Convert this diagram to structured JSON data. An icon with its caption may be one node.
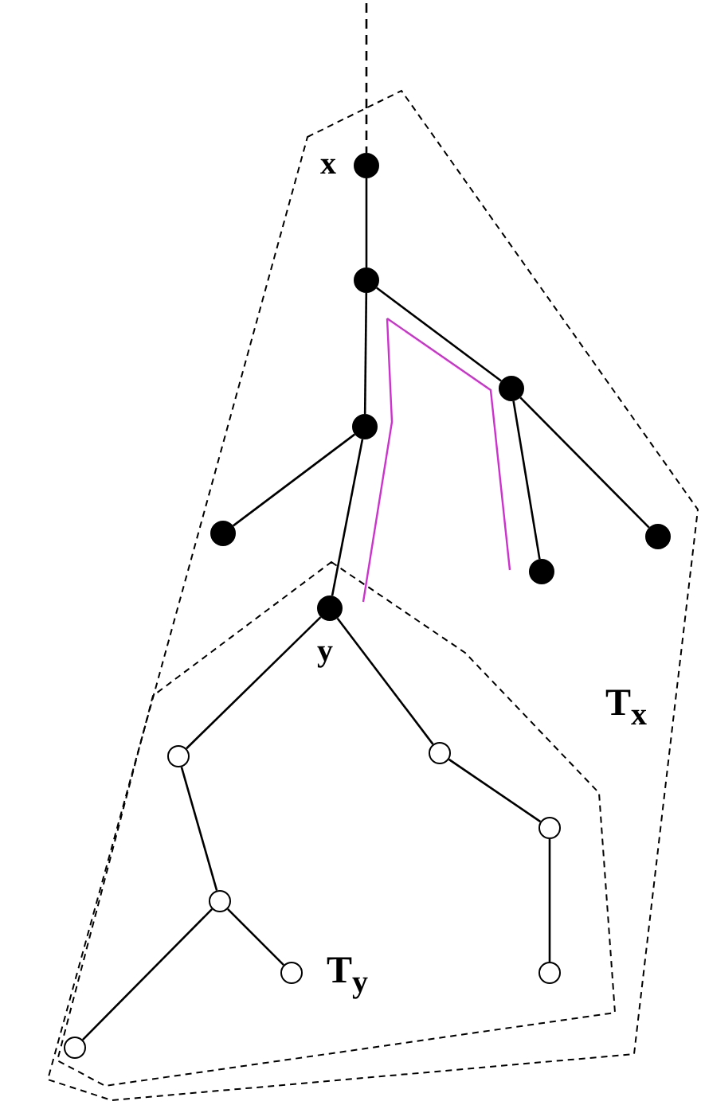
{
  "diagram": {
    "nodes": [
      {
        "text": [
          "T$_{x}$"
        ]
      },
      {
        "text": [
          "T$_{y}$"
        ],
        "in": 0
      },
      {
        "text": [],
        "shape": "dot",
        "in": 0,
        "beside": [
          "x"
        ]
      },
      {
        "text": [],
        "shape": "dot",
        "in": 0
      },
      {
        "text": [],
        "shape": "dot",
        "in": 0
      },
      {
        "text": [],
        "shape": "dot",
        "in": 0
      },
      {
        "text": [],
        "shape": "dot",
        "in": 0
      },
      {
        "text": [],
        "shape": "dot",
        "in": 0
      },
      {
        "text": [],
        "shape": "dot",
        "in": 0
      },
      {
        "text": [],
        "shape": "dot",
        "in": 1,
        "beside": [
          "y"
        ]
      },
      {
        "text": [],
        "shape": "circle",
        "in": 1
      },
      {
        "text": [],
        "shape": "circle",
        "in": 1
      },
      {
        "text": [],
        "shape": "circle",
        "in": 1
      },
      {
        "text": [],
        "shape": "circle",
        "in": 1
      },
      {
        "text": [],
        "shape": "circle",
        "in": 1
      },
      {
        "text": [],
        "shape": "circle",
        "in": 1
      },
      {
        "text": [],
        "shape": "circle",
        "in": 1
      }
    ],
    "edges": [
      {
        "from": null,
        "to": 2,
        "arrow": "none",
        "style": "dashed"
      },
      {
        "from": 2,
        "to": 3,
        "arrow": "none"
      },
      {
        "from": 3,
        "to": 5,
        "arrow": "none"
      },
      {
        "from": 3,
        "to": 4,
        "arrow": "none"
      },
      {
        "from": 4,
        "to": 7,
        "arrow": "none"
      },
      {
        "from": 4,
        "to": 8,
        "arrow": "none"
      },
      {
        "from": 5,
        "to": 6,
        "arrow": "none"
      },
      {
        "from": 5,
        "to": 9,
        "arrow": "none"
      },
      {
        "from": 9,
        "to": 10,
        "arrow": "none"
      },
      {
        "from": 9,
        "to": 11,
        "arrow": "none"
      },
      {
        "from": 11,
        "to": 12,
        "arrow": "none"
      },
      {
        "from": 12,
        "to": 15,
        "arrow": "none"
      },
      {
        "from": 10,
        "to": 13,
        "arrow": "none"
      },
      {
        "from": 13,
        "to": 14,
        "arrow": "none"
      },
      {
        "from": 13,
        "to": 16,
        "arrow": "none"
      }
    ]
  }
}
